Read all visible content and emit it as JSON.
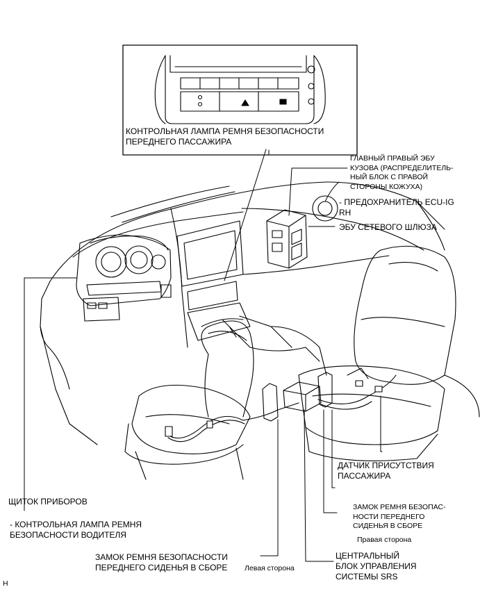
{
  "labels": {
    "passenger_lamp": [
      "КОНТРОЛЬНАЯ ЛАМПА РЕМНЯ БЕЗОПАСНОСТИ",
      "ПЕРЕДНЕГО ПАССАЖИРА"
    ],
    "main_body_ecu": [
      "ГЛАВНЫЙ ПРАВЫЙ ЭБУ",
      "КУЗОВА (РАСПРЕДЕЛИТЕЛЬ-",
      "НЫЙ БЛОК С ПРАВОЙ",
      "СТОРОНЫ КОЖУХА)"
    ],
    "fuse_ecu_ig": [
      "- ПРЕДОХРАНИТЕЛЬ ECU-IG",
      "RH"
    ],
    "gateway_ecu": "ЭБУ СЕТЕВОГО ШЛЮЗА",
    "occupant_sensor": [
      "ДАТЧИК ПРИСУТСТВИЯ",
      "ПАССАЖИРА"
    ],
    "right_buckle": [
      "ЗАМОК РЕМНЯ БЕЗОПАС-",
      "НОСТИ ПЕРЕДНЕГО",
      "СИДЕНЬЯ В СБОРЕ"
    ],
    "right_side": "Правая сторона",
    "srs_unit": [
      "ЦЕНТРАЛЬНЫЙ",
      "БЛОК УПРАВЛЕНИЯ",
      "СИСТЕМЫ SRS"
    ],
    "left_buckle": [
      "ЗАМОК РЕМНЯ БЕЗОПАСНОСТИ",
      "ПЕРЕДНЕГО СИДЕНЬЯ В СБОРЕ"
    ],
    "left_side": "Левая сторона",
    "combination_meter": "ЩИТОК ПРИБОРОВ",
    "driver_lamp": [
      "- КОНТРОЛЬНАЯ ЛАМПА РЕМНЯ",
      "БЕЗОПАСНОСТИ ВОДИТЕЛЯ"
    ],
    "corner_mark": "H"
  }
}
